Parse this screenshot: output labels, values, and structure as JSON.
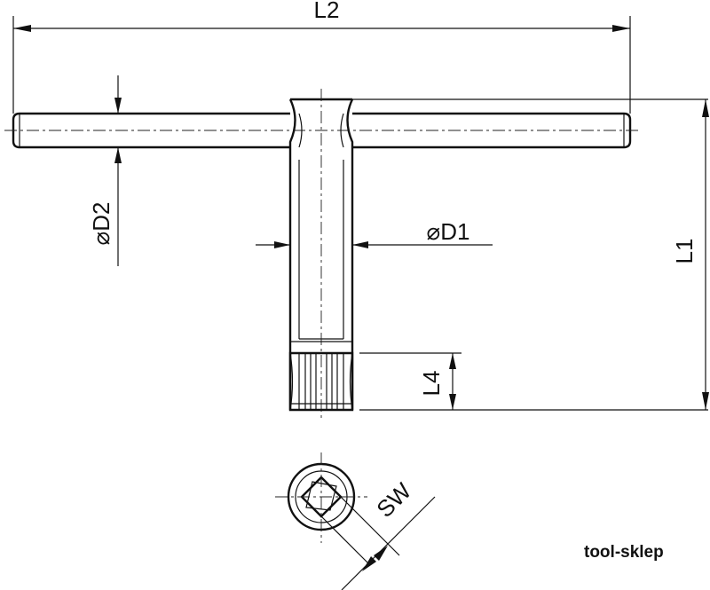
{
  "dimensions": {
    "l2": "L2",
    "l1": "L1",
    "l4": "L4",
    "d1": "⌀D1",
    "d2": "⌀D2",
    "sw": "SW"
  },
  "brand": "tool-sklep"
}
